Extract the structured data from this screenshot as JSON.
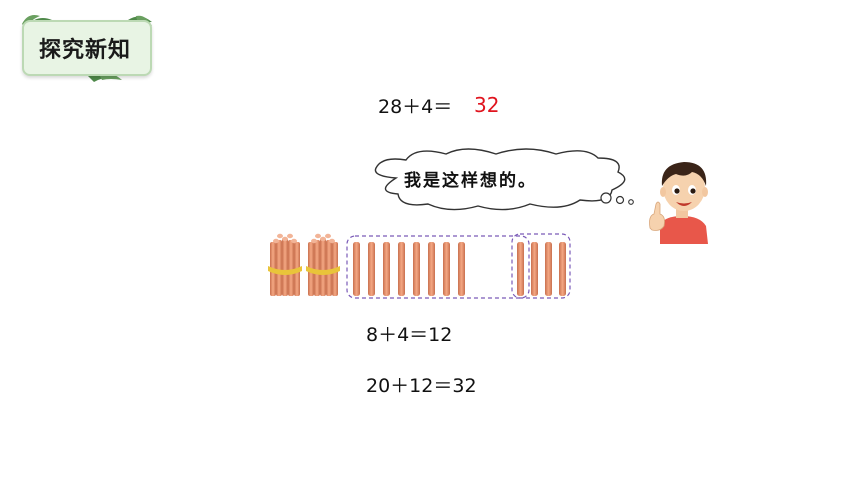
{
  "badge": {
    "title": "探究新知"
  },
  "problem": {
    "expression": "28＋4＝",
    "answer": "32"
  },
  "thought": {
    "text": "我是这样想的。"
  },
  "steps": [
    {
      "equation": "8＋4＝12"
    },
    {
      "equation": "20＋12＝32"
    }
  ],
  "colors": {
    "answer": "#e0141e",
    "stick": "#e8906a",
    "group_outline": "#7a5ab8",
    "badge_bg": "#e8f4e4"
  }
}
